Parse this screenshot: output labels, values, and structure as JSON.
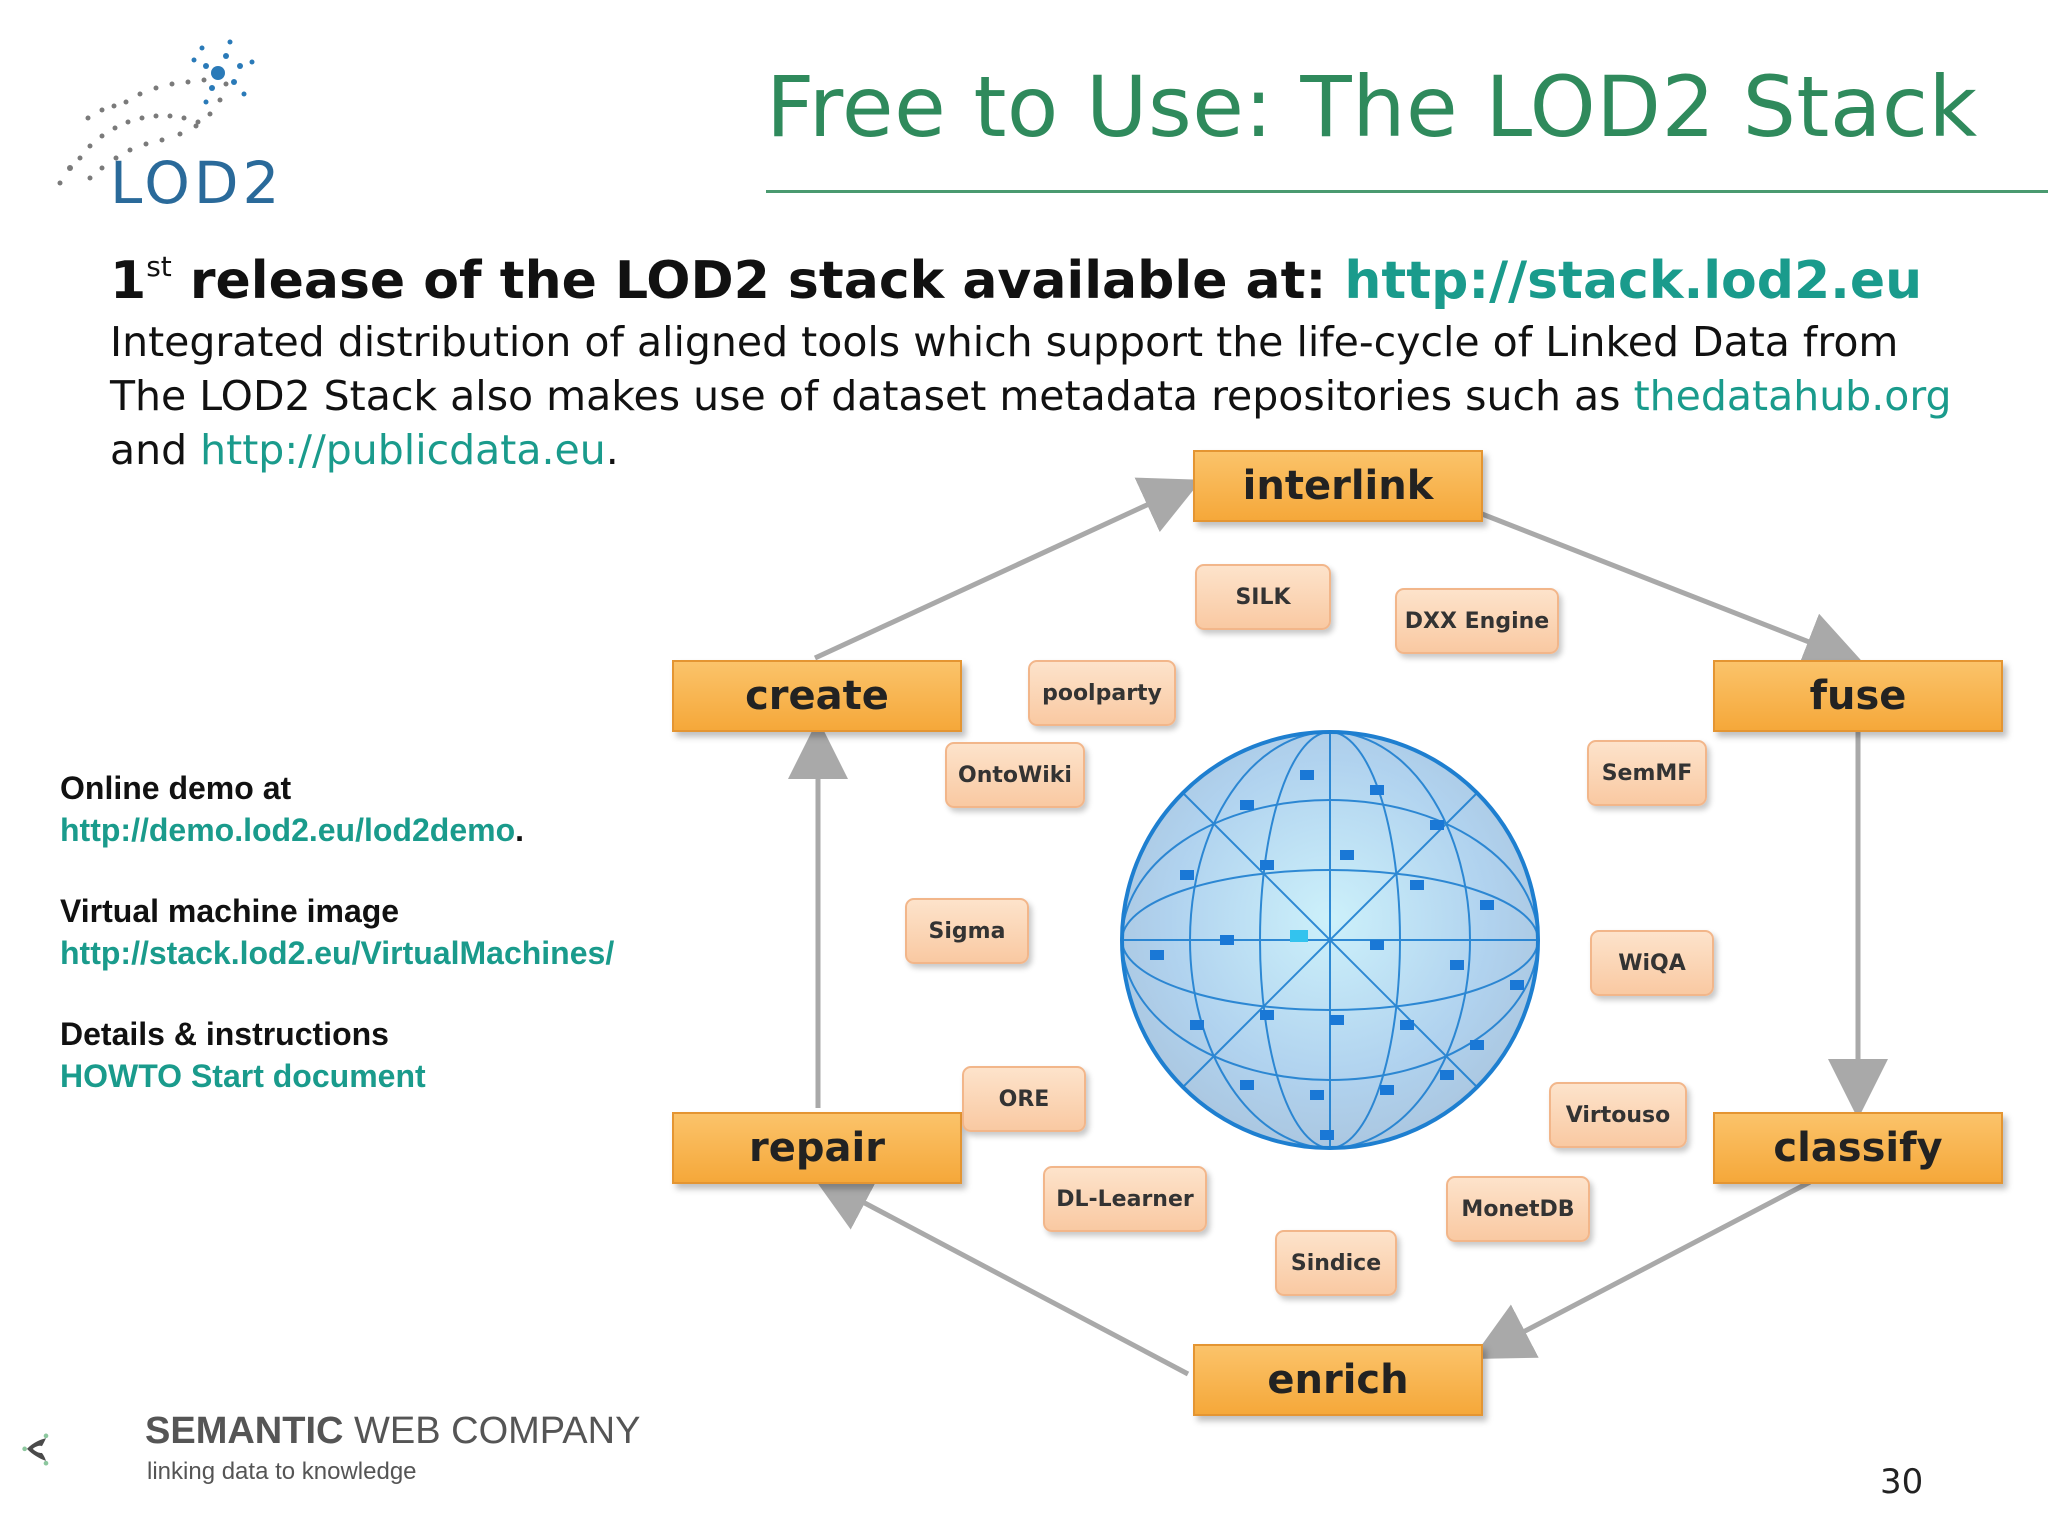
{
  "header": {
    "logo_text": "LOD2",
    "title": "Free to Use: The LOD2 Stack"
  },
  "intro": {
    "headline_num": "1",
    "headline_sup": "st",
    "headline_text": " release of the LOD2 stack available at: ",
    "headline_link": "http://stack.lod2.eu",
    "line1": "Integrated distribution of aligned tools which support the life-cycle of Linked Data from",
    "line2_text": "The LOD2 Stack also makes use of dataset metadata repositories such as ",
    "line2_link": "thedatahub.org",
    "line3_text": "and ",
    "line3_link": "http://publicdata.eu",
    "line3_end": "."
  },
  "notes": [
    {
      "label": "Online demo at",
      "link": "http://demo.lod2.eu/lod2demo",
      "suffix": "."
    },
    {
      "label": "Virtual machine image",
      "link": "http://stack.lod2.eu/VirtualMachines/",
      "suffix": ""
    },
    {
      "label": "Details & instructions",
      "link": "HOWTO Start document",
      "suffix": ""
    }
  ],
  "diagram": {
    "stages": [
      "interlink",
      "fuse",
      "classify",
      "enrich",
      "repair",
      "create"
    ],
    "tools": [
      "SILK",
      "DXX Engine",
      "poolparty",
      "SemMF",
      "OntoWiki",
      "Sigma",
      "WiQA",
      "ORE",
      "Virtouso",
      "DL-Learner",
      "MonetDB",
      "Sindice"
    ],
    "colors": {
      "stage": "#f5a83a",
      "tool": "#fbd3b2",
      "arrow": "#a9a9a9",
      "sphere": "#1e7fd0"
    }
  },
  "footer": {
    "company_bold": "SEMANTIC",
    "company_rest": " WEB COMPANY",
    "tagline": "linking data to knowledge",
    "page_number": "30"
  }
}
